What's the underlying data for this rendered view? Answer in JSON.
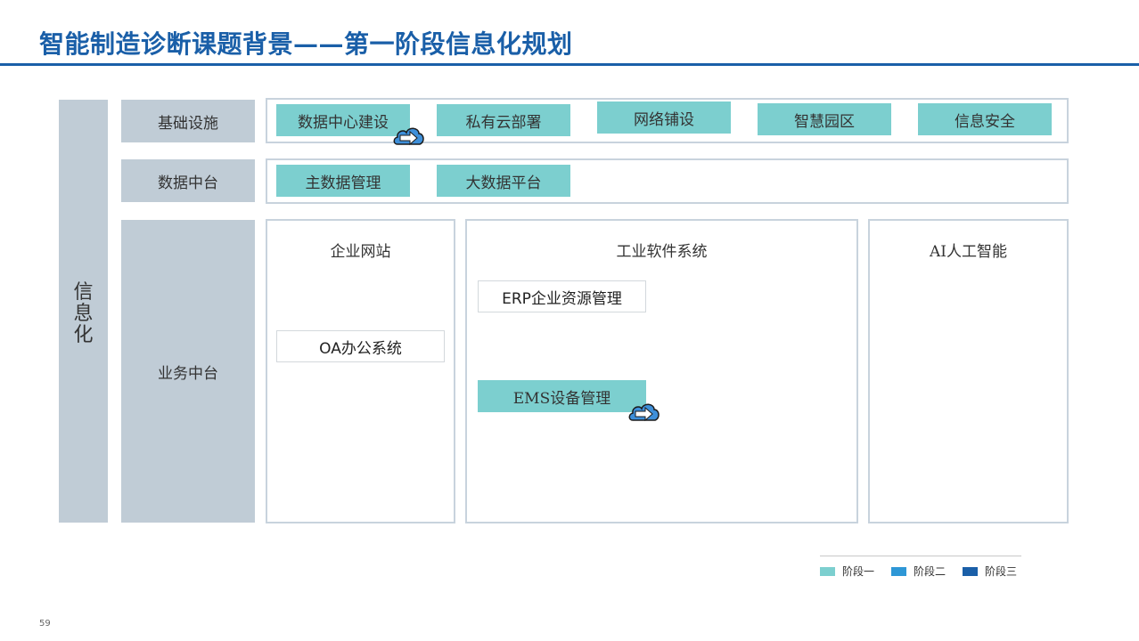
{
  "header": {
    "title": "智能制造诊断课题背景——第一阶段信息化规划"
  },
  "left": {
    "label": "信\n息\n化"
  },
  "rows": {
    "infrastructure": {
      "label": "基础设施",
      "items": [
        "数据中心建设",
        "私有云部署",
        "网络铺设",
        "智慧园区",
        "信息安全"
      ]
    },
    "data": {
      "label": "数据中台",
      "items": [
        "主数据管理",
        "大数据平台"
      ]
    },
    "business": {
      "label": "业务中台"
    }
  },
  "columns": {
    "website": {
      "title": "企业网站",
      "items": [
        "OA办公系统"
      ]
    },
    "industrial": {
      "title": "工业软件系统",
      "items": [
        "ERP企业资源管理",
        "EMS设备管理"
      ]
    },
    "ai": {
      "title": "AI人工智能"
    }
  },
  "legend": [
    {
      "label": "阶段一",
      "color": "#7ccfcf"
    },
    {
      "label": "阶段二",
      "color": "#2e97d6"
    },
    {
      "label": "阶段三",
      "color": "#1a5fa8"
    }
  ],
  "colors": {
    "phase1": "#7ccfcf",
    "title": "#1a5fa8",
    "sidebar": "#c0ccd6"
  },
  "footer": {
    "page_number": "59"
  }
}
